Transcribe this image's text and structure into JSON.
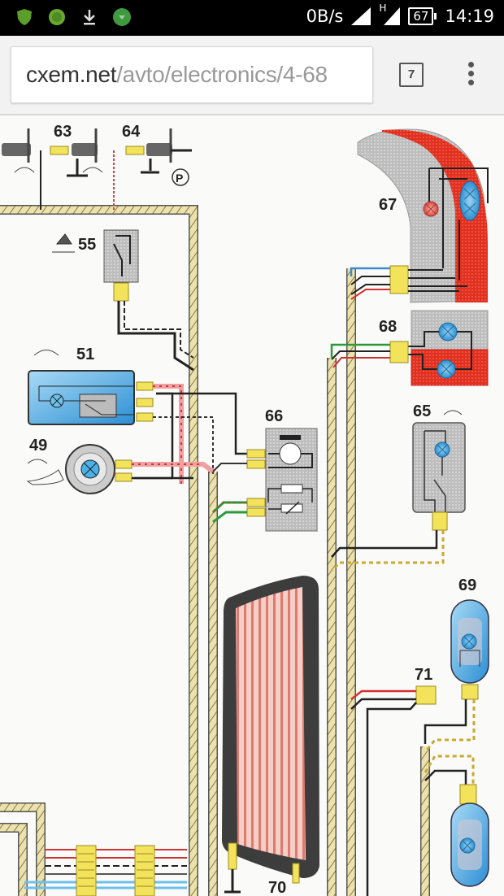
{
  "status_bar": {
    "notification_icons": [
      "shield-app-icon",
      "go-app-icon",
      "download-icon",
      "green-app-icon"
    ],
    "network_speed": "0B/s",
    "signal_icon": "signal-icon",
    "hspa_label": "H",
    "battery_level": "67",
    "time": "14:19"
  },
  "browser": {
    "url_host": "cxem.net",
    "url_path": "/avto/electronics/4-68",
    "tab_count": "7",
    "menu_icon": "overflow-menu-icon"
  },
  "diagram": {
    "title": "Wiring diagram (fragment)",
    "components": [
      {
        "id": "63",
        "label": "63",
        "kind": "lamp switch"
      },
      {
        "id": "64",
        "label": "64",
        "kind": "parking brake switch",
        "symbol": "P"
      },
      {
        "id": "55",
        "label": "55",
        "kind": "seat belt switch"
      },
      {
        "id": "51",
        "label": "51",
        "kind": "interior light with switch"
      },
      {
        "id": "49",
        "label": "49",
        "kind": "seat lamp"
      },
      {
        "id": "66",
        "label": "66",
        "kind": "motor / resistor unit"
      },
      {
        "id": "67",
        "label": "67",
        "kind": "rear light"
      },
      {
        "id": "68",
        "label": "68",
        "kind": "rear light"
      },
      {
        "id": "65",
        "label": "65",
        "kind": "lamp with switch"
      },
      {
        "id": "69",
        "label": "69",
        "kind": "plate lamp"
      },
      {
        "id": "71",
        "label": "71",
        "kind": "connector"
      },
      {
        "id": "70",
        "label": "70",
        "kind": "rear window heater"
      }
    ],
    "colors": {
      "harness": "#e8dca0",
      "connector": "#f2e35a",
      "red_lamp": "#e3372b",
      "blue_lamp": "#3ea7e3",
      "gray_housing": "#c4c4c4"
    }
  }
}
